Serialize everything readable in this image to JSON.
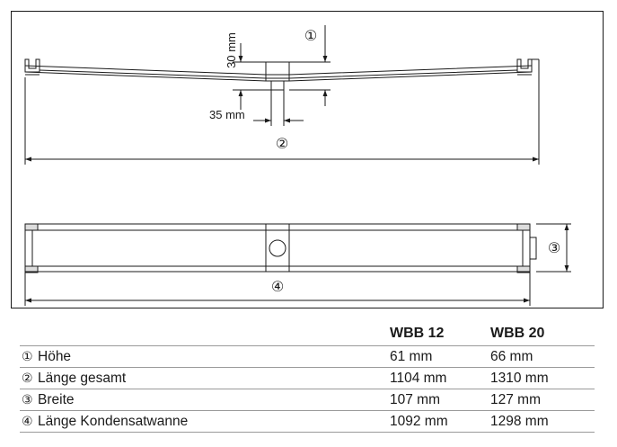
{
  "drawing": {
    "dimension_labels": {
      "height_30": "30 mm",
      "width_35": "35 mm"
    },
    "callouts": [
      "①",
      "②",
      "③",
      "④"
    ]
  },
  "table": {
    "columns": [
      "",
      "WBB 12",
      "WBB 20"
    ],
    "rows": [
      {
        "num": "①",
        "label": "Höhe",
        "wbb12": "61 mm",
        "wbb20": "66 mm"
      },
      {
        "num": "②",
        "label": "Länge gesamt",
        "wbb12": "1104 mm",
        "wbb20": "1310 mm"
      },
      {
        "num": "③",
        "label": "Breite",
        "wbb12": "107 mm",
        "wbb20": "127 mm"
      },
      {
        "num": "④",
        "label": "Länge Kondensatwanne",
        "wbb12": "1092 mm",
        "wbb20": "1298 mm"
      }
    ]
  }
}
